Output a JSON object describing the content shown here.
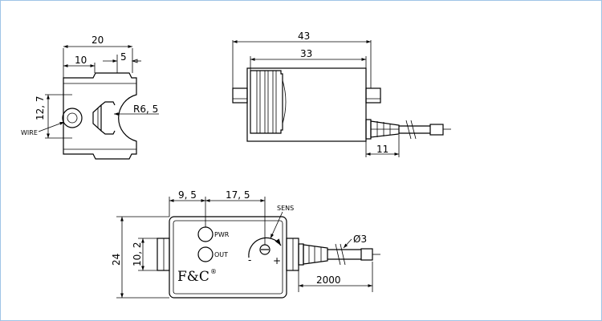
{
  "drawing": {
    "side_view": {
      "width": "20",
      "offset_left": "10",
      "offset_right": "5",
      "height": "12, 7",
      "radius": "R6, 5",
      "wire_label": "WIRE"
    },
    "top_view": {
      "overall_length": "43",
      "body_length": "33",
      "cable_length": "11"
    },
    "front_view": {
      "left_offset": "9, 5",
      "spacing": "17, 5",
      "height_total": "24",
      "height_inner": "10, 2",
      "sens_label": "SENS",
      "pwr_label": "PWR",
      "out_label": "OUT",
      "brand": "F&C",
      "registered_mark": "®",
      "minus_sign": "-",
      "plus_sign": "+",
      "diameter": "Ø3",
      "cable_length": "2000"
    }
  }
}
